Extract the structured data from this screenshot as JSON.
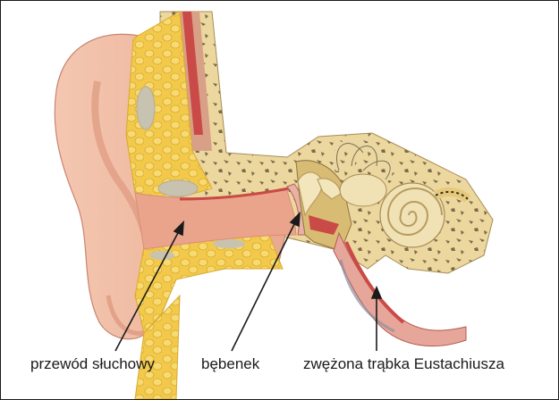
{
  "labels": {
    "ear_canal": "przewód słuchowy",
    "eardrum": "bębenek",
    "eustachian_tube": "zwężona trąbka Eustachiusza"
  },
  "colors": {
    "skin": "#f2bfa6",
    "skin_shadow": "#d98e74",
    "fat": "#f2c94a",
    "bone": "#ecd79e",
    "bone_pore": "#7a6a4a",
    "canal": "#eaa48c",
    "muscle": "#c94a46",
    "eardrum": "#e8b0a6",
    "ossicles": "#f3e6bd",
    "cochlea": "#f0e2b4",
    "text": "#1a1a1a"
  }
}
